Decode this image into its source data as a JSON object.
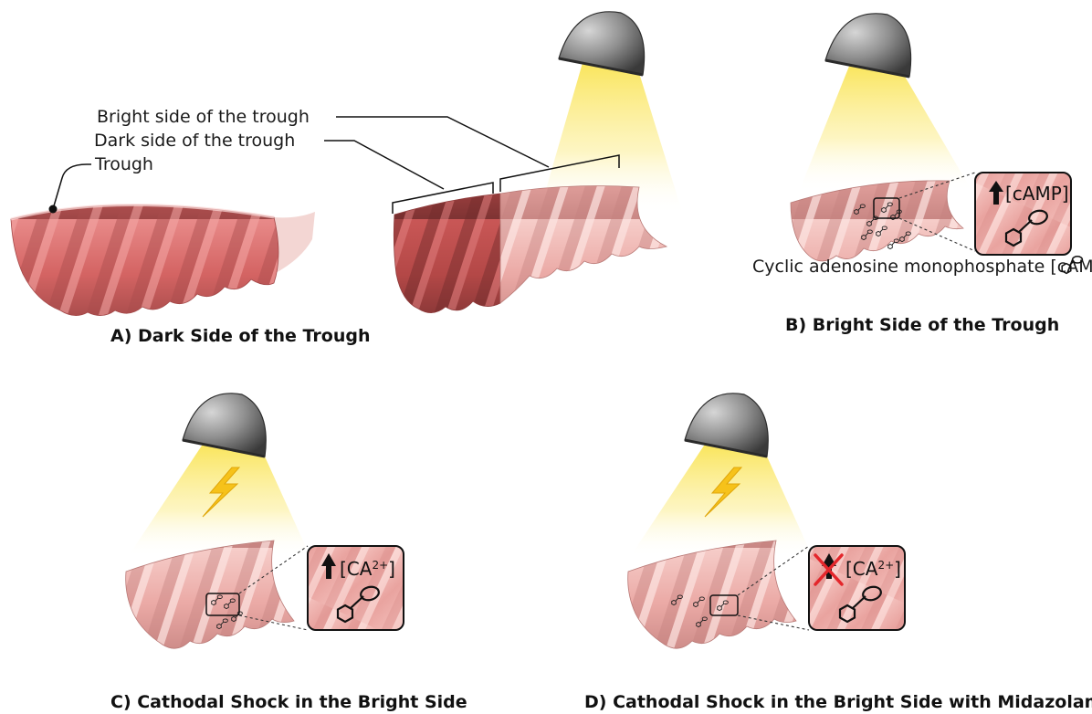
{
  "labels": {
    "bright_side": "Bright side of the trough",
    "dark_side": "Dark side of the trough",
    "trough": "Trough",
    "camp_legend": "Cyclic adenosine monophosphate [cAMP]:"
  },
  "boxes": {
    "b": "[cAMP]",
    "c_base": "[CA",
    "c_sup": "2+",
    "c_end": "]",
    "d_base": "[CA",
    "d_sup": "2+",
    "d_end": "]"
  },
  "captions": {
    "a": "A) Dark Side of the Trough",
    "b": "B) Bright Side of the Trough",
    "c": "C) Cathodal Shock in the Bright Side",
    "d": "D) Cathodal Shock in the Bright Side with Midazolam"
  },
  "colors": {
    "dark_trough": "#d9696a",
    "bright_trough": "#eeb0ad",
    "light_beam": "#fbe97a",
    "lamp": "#8a8a8a",
    "bolt": "#f6c21a",
    "inhibit_cross": "#e4262b"
  }
}
